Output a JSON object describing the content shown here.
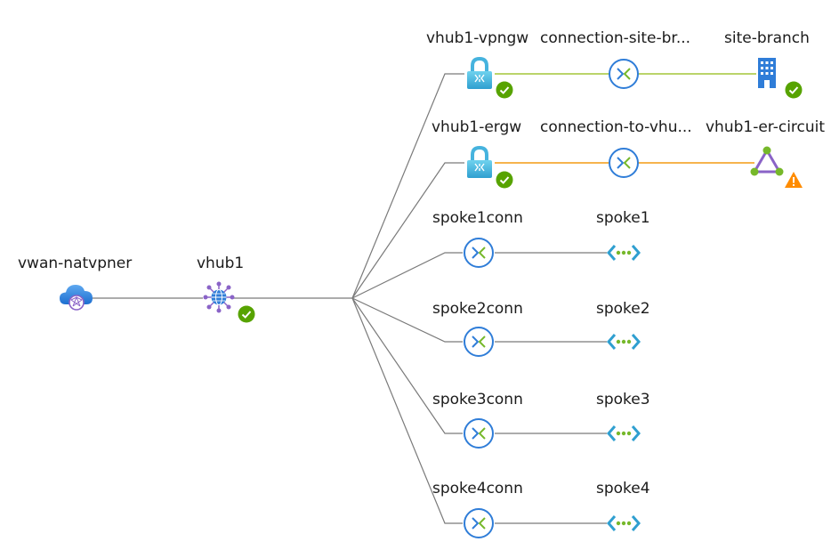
{
  "nodes": {
    "vwan": {
      "label": "vwan-natvpner",
      "icon": "virtual-wan-icon",
      "status": ""
    },
    "vhub": {
      "label": "vhub1",
      "icon": "virtual-hub-icon",
      "status": "ok"
    },
    "vpngw": {
      "label": "vhub1-vpngw",
      "icon": "vpn-gateway-icon",
      "status": "ok"
    },
    "conn_site": {
      "label": "connection-site-br...",
      "icon": "connection-icon"
    },
    "site_branch": {
      "label": "site-branch",
      "icon": "building-icon",
      "status": "ok"
    },
    "ergw": {
      "label": "vhub1-ergw",
      "icon": "vpn-gateway-icon",
      "status": "ok"
    },
    "conn_vhub": {
      "label": "connection-to-vhu...",
      "icon": "connection-icon"
    },
    "er_circuit": {
      "label": "vhub1-er-circuit",
      "icon": "expressroute-circuit-icon",
      "status": "warning"
    },
    "spoke1conn": {
      "label": "spoke1conn",
      "icon": "connection-icon"
    },
    "spoke1": {
      "label": "spoke1",
      "icon": "virtual-network-icon"
    },
    "spoke2conn": {
      "label": "spoke2conn",
      "icon": "connection-icon"
    },
    "spoke2": {
      "label": "spoke2",
      "icon": "virtual-network-icon"
    },
    "spoke3conn": {
      "label": "spoke3conn",
      "icon": "connection-icon"
    },
    "spoke3": {
      "label": "spoke3",
      "icon": "virtual-network-icon"
    },
    "spoke4conn": {
      "label": "spoke4conn",
      "icon": "connection-icon"
    },
    "spoke4": {
      "label": "spoke4",
      "icon": "virtual-network-icon"
    }
  },
  "colors": {
    "edge_gray": "#7a7a7a",
    "edge_vpn": "#a4c639",
    "edge_er": "#f39c12",
    "status_ok": "#57a300",
    "status_warning": "#ff8c00"
  }
}
